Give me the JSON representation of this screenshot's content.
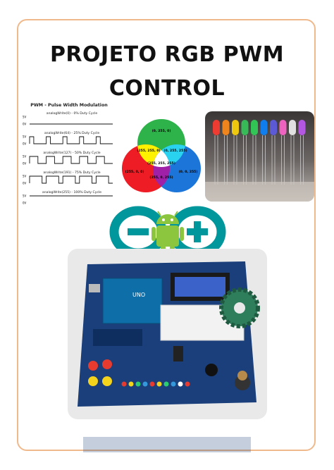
{
  "title": {
    "line1": "PROJETO RGB PWM",
    "line2": "CONTROL"
  },
  "pwm": {
    "heading": "PWM - Pulse Width Modulation",
    "rows": [
      {
        "label": "analogWrite(0) - 0% Duty Cycle",
        "duty": 0
      },
      {
        "label": "analogWrite(64) - 25% Duty Cycle",
        "duty": 0.25
      },
      {
        "label": "analogWrite(127) - 50% Duty Cycle",
        "duty": 0.5
      },
      {
        "label": "analogWrite(191) - 75% Duty Cycle",
        "duty": 0.75
      },
      {
        "label": "analogWrite(255) - 100% Duty Cycle",
        "duty": 1
      }
    ],
    "v5": "5V",
    "v0": "0V"
  },
  "venn": {
    "green": "(0, 255, 0)",
    "yellow": "(255, 255, 0)",
    "cyan": "(0, 255, 255)",
    "white": "(255, 255, 255)",
    "red": "(255, 0, 0)",
    "magenta": "(255, 0, 255)",
    "blue": "(0, 0, 255)"
  },
  "board": {
    "brand": "UNO"
  },
  "colors": {
    "frame": "#f0b98c",
    "arduino_teal": "#00979c",
    "android_green": "#8cc63f",
    "board_blue": "#1a3f7a"
  }
}
